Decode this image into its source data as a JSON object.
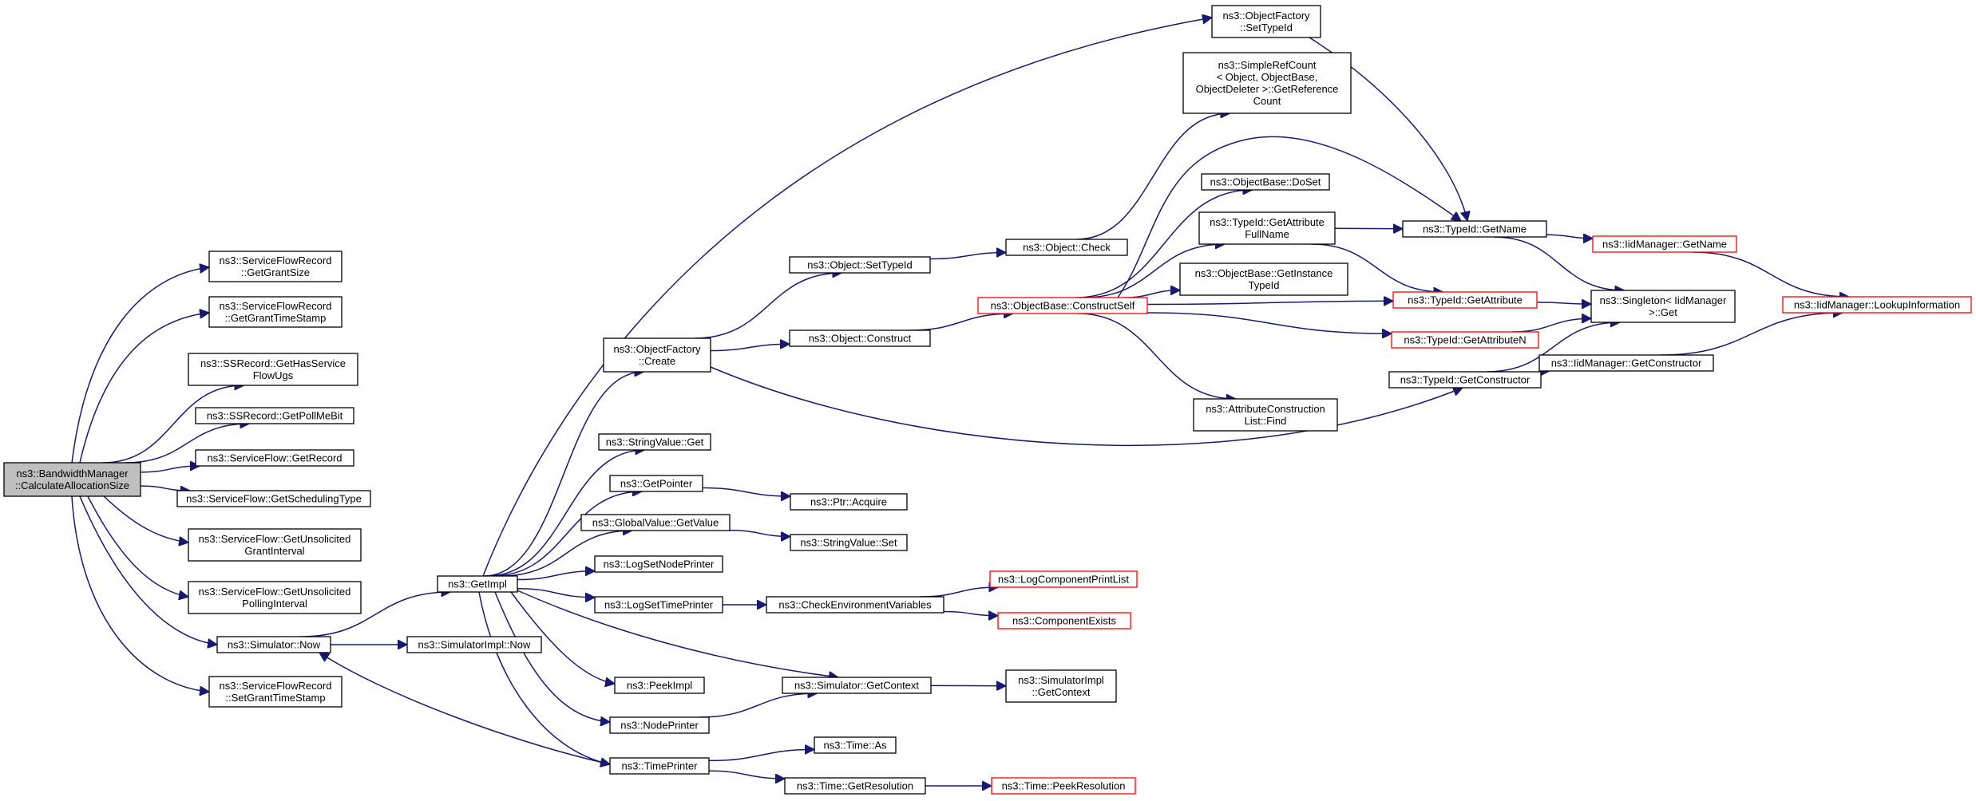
{
  "diagram": {
    "type": "call-graph",
    "colors": {
      "edge": "#191970",
      "truncated_border": "#ff0000",
      "root_fill": "#bfbfbf",
      "node_border": "#000000"
    },
    "nodes": [
      {
        "id": "root",
        "lines": [
          "ns3::BandwidthManager",
          "::CalculateAllocationSize"
        ],
        "style": "root"
      },
      {
        "id": "sfr_getgrantsize",
        "lines": [
          "ns3::ServiceFlowRecord",
          "::GetGrantSize"
        ]
      },
      {
        "id": "sfr_getgranttimestamp",
        "lines": [
          "ns3::ServiceFlowRecord",
          "::GetGrantTimeStamp"
        ]
      },
      {
        "id": "ssr_gethasserviceflowugs",
        "lines": [
          "ns3::SSRecord::GetHasService",
          "FlowUgs"
        ]
      },
      {
        "id": "ssr_getpollmebit",
        "lines": [
          "ns3::SSRecord::GetPollMeBit"
        ]
      },
      {
        "id": "sf_getrecord",
        "lines": [
          "ns3::ServiceFlow::GetRecord"
        ]
      },
      {
        "id": "sf_getschedulingtype",
        "lines": [
          "ns3::ServiceFlow::GetSchedulingType"
        ]
      },
      {
        "id": "sf_getunsolicitedgrantinterval",
        "lines": [
          "ns3::ServiceFlow::GetUnsolicited",
          "GrantInterval"
        ]
      },
      {
        "id": "sf_getunsolicitedpollinginterval",
        "lines": [
          "ns3::ServiceFlow::GetUnsolicited",
          "PollingInterval"
        ]
      },
      {
        "id": "sim_now",
        "lines": [
          "ns3::Simulator::Now"
        ]
      },
      {
        "id": "sfr_setgranttimestamp",
        "lines": [
          "ns3::ServiceFlowRecord",
          "::SetGrantTimeStamp"
        ]
      },
      {
        "id": "getimpl",
        "lines": [
          "ns3::GetImpl"
        ]
      },
      {
        "id": "simimpl_now",
        "lines": [
          "ns3::SimulatorImpl::Now"
        ]
      },
      {
        "id": "of_create",
        "lines": [
          "ns3::ObjectFactory",
          "::Create"
        ]
      },
      {
        "id": "stringvalue_get",
        "lines": [
          "ns3::StringValue::Get"
        ]
      },
      {
        "id": "getpointer",
        "lines": [
          "ns3::GetPointer"
        ]
      },
      {
        "id": "globalvalue_getvalue",
        "lines": [
          "ns3::GlobalValue::GetValue"
        ]
      },
      {
        "id": "logsetnodeprinter",
        "lines": [
          "ns3::LogSetNodePrinter"
        ]
      },
      {
        "id": "logsettimeprinter",
        "lines": [
          "ns3::LogSetTimePrinter"
        ]
      },
      {
        "id": "peekimpl",
        "lines": [
          "ns3::PeekImpl"
        ]
      },
      {
        "id": "nodeprinter",
        "lines": [
          "ns3::NodePrinter"
        ]
      },
      {
        "id": "timeprinter",
        "lines": [
          "ns3::TimePrinter"
        ]
      },
      {
        "id": "object_settypeid",
        "lines": [
          "ns3::Object::SetTypeId"
        ]
      },
      {
        "id": "object_construct",
        "lines": [
          "ns3::Object::Construct"
        ]
      },
      {
        "id": "ptr_acquire",
        "lines": [
          "ns3::Ptr::Acquire"
        ]
      },
      {
        "id": "stringvalue_set",
        "lines": [
          "ns3::StringValue::Set"
        ]
      },
      {
        "id": "checkenvvars",
        "lines": [
          "ns3::CheckEnvironmentVariables"
        ]
      },
      {
        "id": "sim_getcontext",
        "lines": [
          "ns3::Simulator::GetContext"
        ]
      },
      {
        "id": "time_as",
        "lines": [
          "ns3::Time::As"
        ]
      },
      {
        "id": "time_getresolution",
        "lines": [
          "ns3::Time::GetResolution"
        ]
      },
      {
        "id": "of_settypeid",
        "lines": [
          "ns3::ObjectFactory",
          "::SetTypeId"
        ]
      },
      {
        "id": "object_check",
        "lines": [
          "ns3::Object::Check"
        ]
      },
      {
        "id": "objbase_constructself",
        "lines": [
          "ns3::ObjectBase::ConstructSelf"
        ],
        "style": "truncated"
      },
      {
        "id": "logcomponentprintlist",
        "lines": [
          "ns3::LogComponentPrintList"
        ],
        "style": "truncated"
      },
      {
        "id": "componentexists",
        "lines": [
          "ns3::ComponentExists"
        ],
        "style": "truncated"
      },
      {
        "id": "simimpl_getcontext",
        "lines": [
          "ns3::SimulatorImpl",
          "::GetContext"
        ]
      },
      {
        "id": "time_peekresolution",
        "lines": [
          "ns3::Time::PeekResolution"
        ],
        "style": "truncated"
      },
      {
        "id": "simplerefcount",
        "lines": [
          "ns3::SimpleRefCount",
          "< Object, ObjectBase,",
          "ObjectDeleter >::GetReference",
          "Count"
        ]
      },
      {
        "id": "objbase_doset",
        "lines": [
          "ns3::ObjectBase::DoSet"
        ]
      },
      {
        "id": "typeid_getattributefullname",
        "lines": [
          "ns3::TypeId::GetAttribute",
          "FullName"
        ]
      },
      {
        "id": "objbase_getinstancetypeid",
        "lines": [
          "ns3::ObjectBase::GetInstance",
          "TypeId"
        ]
      },
      {
        "id": "attrconstructionlist_find",
        "lines": [
          "ns3::AttributeConstruction",
          "List::Find"
        ]
      },
      {
        "id": "typeid_getname",
        "lines": [
          "ns3::TypeId::GetName"
        ]
      },
      {
        "id": "typeid_getattribute",
        "lines": [
          "ns3::TypeId::GetAttribute"
        ],
        "style": "truncated"
      },
      {
        "id": "typeid_getattributen",
        "lines": [
          "ns3::TypeId::GetAttributeN"
        ],
        "style": "truncated"
      },
      {
        "id": "typeid_getconstructor",
        "lines": [
          "ns3::TypeId::GetConstructor"
        ]
      },
      {
        "id": "iidmanager_getname",
        "lines": [
          "ns3::IidManager::GetName"
        ],
        "style": "truncated"
      },
      {
        "id": "singleton_get",
        "lines": [
          "ns3::Singleton< IidManager",
          ">::Get"
        ]
      },
      {
        "id": "iidmanager_getconstructor",
        "lines": [
          "ns3::IidManager::GetConstructor"
        ]
      },
      {
        "id": "iidmanager_lookupinformation",
        "lines": [
          "ns3::IidManager::LookupInformation"
        ],
        "style": "truncated"
      }
    ],
    "edges": [
      [
        "root",
        "sfr_getgrantsize"
      ],
      [
        "root",
        "sfr_getgranttimestamp"
      ],
      [
        "root",
        "ssr_gethasserviceflowugs"
      ],
      [
        "root",
        "ssr_getpollmebit"
      ],
      [
        "root",
        "sf_getrecord"
      ],
      [
        "root",
        "sf_getschedulingtype"
      ],
      [
        "root",
        "sf_getunsolicitedgrantinterval"
      ],
      [
        "root",
        "sf_getunsolicitedpollinginterval"
      ],
      [
        "root",
        "sim_now"
      ],
      [
        "root",
        "sfr_setgranttimestamp"
      ],
      [
        "sim_now",
        "getimpl"
      ],
      [
        "sim_now",
        "simimpl_now"
      ],
      [
        "getimpl",
        "of_settypeid"
      ],
      [
        "getimpl",
        "of_create"
      ],
      [
        "getimpl",
        "stringvalue_get"
      ],
      [
        "getimpl",
        "getpointer"
      ],
      [
        "getimpl",
        "globalvalue_getvalue"
      ],
      [
        "getimpl",
        "logsetnodeprinter"
      ],
      [
        "getimpl",
        "logsettimeprinter"
      ],
      [
        "getimpl",
        "peekimpl"
      ],
      [
        "getimpl",
        "nodeprinter"
      ],
      [
        "getimpl",
        "timeprinter"
      ],
      [
        "getimpl",
        "sim_getcontext"
      ],
      [
        "of_create",
        "object_settypeid"
      ],
      [
        "of_create",
        "object_construct"
      ],
      [
        "of_create",
        "typeid_getconstructor"
      ],
      [
        "getpointer",
        "ptr_acquire"
      ],
      [
        "globalvalue_getvalue",
        "stringvalue_set"
      ],
      [
        "logsettimeprinter",
        "checkenvvars"
      ],
      [
        "checkenvvars",
        "logcomponentprintlist"
      ],
      [
        "checkenvvars",
        "componentexists"
      ],
      [
        "nodeprinter",
        "sim_getcontext"
      ],
      [
        "sim_getcontext",
        "simimpl_getcontext"
      ],
      [
        "timeprinter",
        "sim_now"
      ],
      [
        "timeprinter",
        "time_as"
      ],
      [
        "timeprinter",
        "time_getresolution"
      ],
      [
        "time_getresolution",
        "time_peekresolution"
      ],
      [
        "object_settypeid",
        "object_check"
      ],
      [
        "object_check",
        "simplerefcount"
      ],
      [
        "object_construct",
        "objbase_constructself"
      ],
      [
        "objbase_constructself",
        "objbase_doset"
      ],
      [
        "objbase_constructself",
        "typeid_getattributefullname"
      ],
      [
        "objbase_constructself",
        "objbase_getinstancetypeid"
      ],
      [
        "objbase_constructself",
        "typeid_getattribute"
      ],
      [
        "objbase_constructself",
        "typeid_getattributen"
      ],
      [
        "objbase_constructself",
        "attrconstructionlist_find"
      ],
      [
        "objbase_constructself",
        "typeid_getname"
      ],
      [
        "typeid_getattributefullname",
        "typeid_getname"
      ],
      [
        "typeid_getattributefullname",
        "typeid_getattribute"
      ],
      [
        "of_settypeid",
        "typeid_getname"
      ],
      [
        "typeid_getname",
        "iidmanager_getname"
      ],
      [
        "typeid_getname",
        "singleton_get"
      ],
      [
        "typeid_getattribute",
        "singleton_get"
      ],
      [
        "typeid_getattributen",
        "singleton_get"
      ],
      [
        "typeid_getconstructor",
        "singleton_get"
      ],
      [
        "typeid_getconstructor",
        "iidmanager_getconstructor"
      ],
      [
        "iidmanager_getname",
        "iidmanager_lookupinformation"
      ],
      [
        "iidmanager_getconstructor",
        "iidmanager_lookupinformation"
      ]
    ]
  }
}
